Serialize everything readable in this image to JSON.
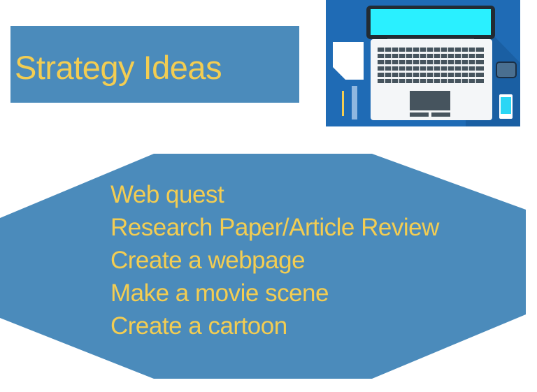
{
  "slide": {
    "title": "Strategy Ideas",
    "image": {
      "icon": "laptop-desk-illustration-icon"
    },
    "items": [
      "Web quest",
      "Research Paper/Article Review",
      "Create a webpage",
      "Make a movie scene",
      "Create a cartoon"
    ],
    "colors": {
      "shape": "#4b8bbb",
      "text": "#f3cd52",
      "image_bg": "#1f6bb5",
      "screen": "#2af0ff"
    }
  }
}
